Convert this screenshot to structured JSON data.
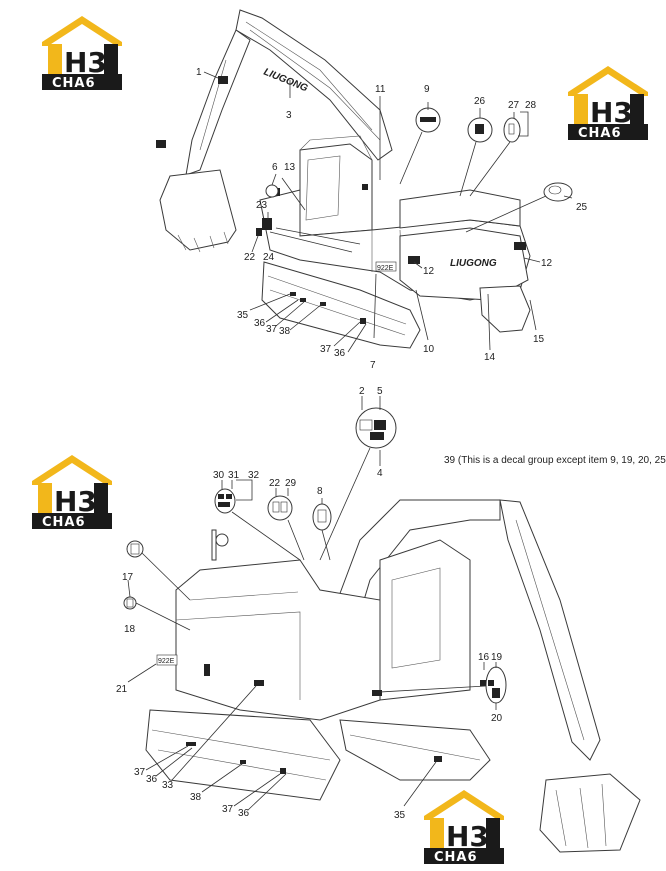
{
  "logo": {
    "mark": "H3",
    "text": "CHA6",
    "accent_color": "#f2b71b",
    "dark_color": "#1a1a1a"
  },
  "branding": {
    "excavator_brand": "LIUGONG",
    "model_badge": "922E"
  },
  "note": "39 (This is a decal group except item 9, 19, 20, 25)",
  "callouts_top": [
    "1",
    "3",
    "6",
    "13",
    "11",
    "9",
    "26",
    "27",
    "28",
    "25",
    "23",
    "22",
    "24",
    "12",
    "12",
    "15",
    "14",
    "10",
    "7",
    "35",
    "36",
    "37",
    "38",
    "37",
    "36"
  ],
  "callouts_bottom": [
    "2",
    "5",
    "4",
    "30",
    "31",
    "32",
    "22",
    "29",
    "8",
    "17",
    "18",
    "21",
    "16",
    "19",
    "20",
    "37",
    "36",
    "33",
    "38",
    "37",
    "36",
    "35"
  ]
}
